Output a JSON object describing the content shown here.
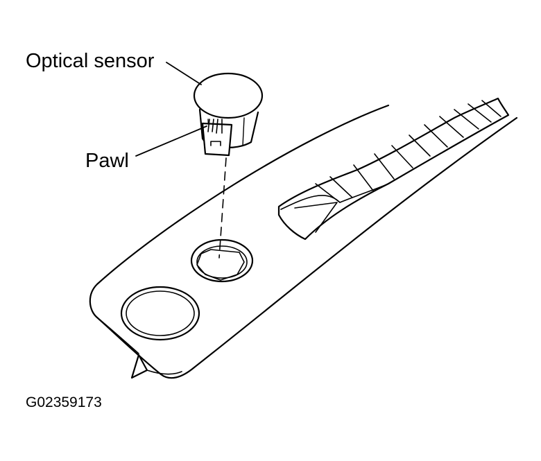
{
  "labels": {
    "optical_sensor": "Optical sensor",
    "pawl": "Pawl",
    "figure_code": "G02359173"
  },
  "colors": {
    "ink": "#000000",
    "paper": "#ffffff"
  }
}
